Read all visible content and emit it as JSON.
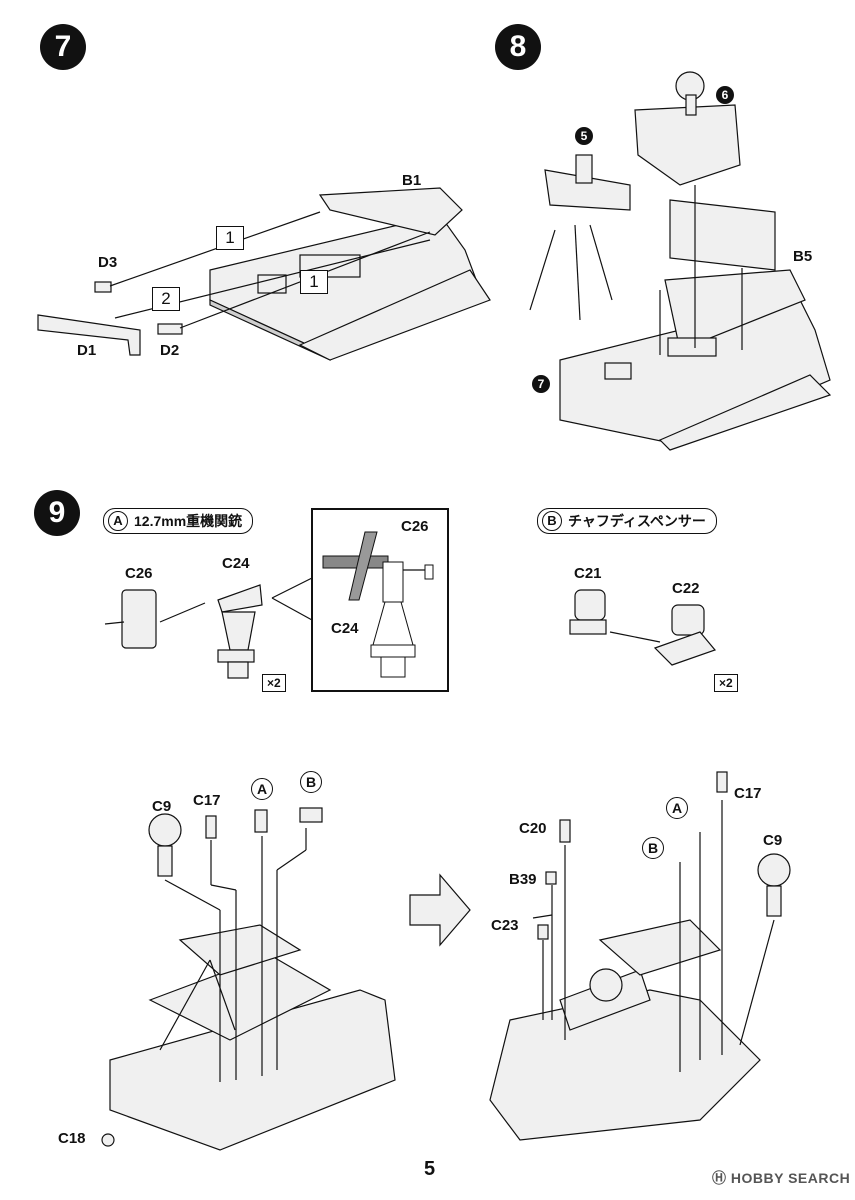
{
  "steps": {
    "s7": {
      "number": "7"
    },
    "s8": {
      "number": "8"
    },
    "s9": {
      "number": "9"
    }
  },
  "step7": {
    "labels": {
      "b1": "B1",
      "d3": "D3",
      "d1": "D1",
      "d2": "D2"
    },
    "boxes": {
      "b1": "1",
      "b2": "2",
      "b3": "1"
    }
  },
  "step8": {
    "labels": {
      "b5": "B5"
    },
    "refs": {
      "r5": "5",
      "r6": "6",
      "r7": "7"
    }
  },
  "step9": {
    "subA": {
      "letter": "A",
      "title": "12.7mm重機関銃"
    },
    "subB": {
      "letter": "B",
      "title": "チャフディスペンサー"
    },
    "labels": {
      "c26": "C26",
      "c24": "C24",
      "c26z": "C26",
      "c24z": "C24",
      "c21": "C21",
      "c22": "C22"
    },
    "mult": {
      "a": "×2",
      "b": "×2"
    }
  },
  "final_left": {
    "labels": {
      "c9": "C9",
      "c17": "C17",
      "a": "A",
      "b": "B",
      "c18": "C18"
    }
  },
  "final_right": {
    "labels": {
      "c20": "C20",
      "b39": "B39",
      "c23": "C23",
      "a": "A",
      "b": "B",
      "c17": "C17",
      "c9": "C9"
    }
  },
  "footer": {
    "page": "5",
    "watermark": "HOBBY SEARCH"
  }
}
